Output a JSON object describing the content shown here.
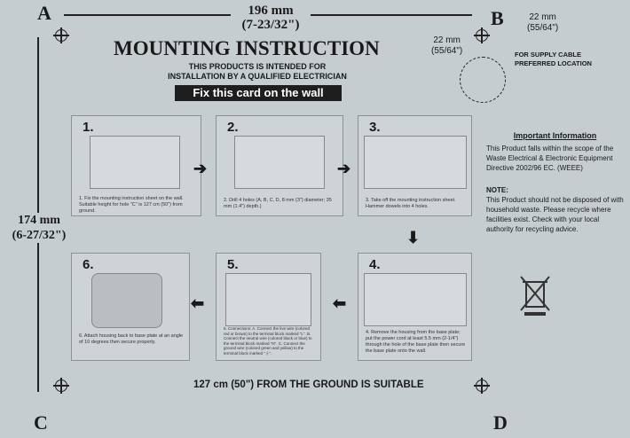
{
  "corners": {
    "a": "A",
    "b": "B",
    "c": "C",
    "d": "D"
  },
  "width_dim": {
    "mm": "196 mm",
    "inch": "(7-23/32\")"
  },
  "height_dim": {
    "mm": "174 mm",
    "inch": "(6-27/32\")"
  },
  "cable_dim": {
    "mm": "22 mm",
    "inch": "(55/64\")"
  },
  "cable_dim2": {
    "mm": "22 mm",
    "inch": "(55/64\")"
  },
  "cable_note": [
    "FOR SUPPLY CABLE",
    "PREFERRED LOCATION"
  ],
  "title": "MOUNTING INSTRUCTION",
  "subtitle": [
    "THIS PRODUCTS IS INTENDED FOR",
    "INSTALLATION BY A QUALIFIED ELECTRICIAN"
  ],
  "banner": "Fix this card on the wall",
  "steps": [
    {
      "num": "1.",
      "text": "1. Fix the mounting instruction sheet on the wall. Suitable height for hole \"C\" is 127 cm (50\") from ground."
    },
    {
      "num": "2.",
      "text": "2. Drill 4 holes (A, B, C, D, 8 mm (3\") diameter; 35 mm (1.4\") depth.)"
    },
    {
      "num": "3.",
      "text": "3. Take off the mounting instruction sheet. Hammer dowels into 4 holes."
    },
    {
      "num": "4.",
      "text": "4. Remove the housing from the base plate; put the power cord at least 5.5 mm (2-1/4\") through the hole of the base plate then secure the base plate onto the wall."
    },
    {
      "num": "5.",
      "text": "5. Connections: A. Connect the live wire (colored red or brown) to the terminal block marked \"L\". B. Connect the neutral wire (colored black or blue) to the terminal block marked \"N\". C. Connect the ground wire (colored green and yellow) to the terminal block marked \"⏚\"."
    },
    {
      "num": "6.",
      "text": "6. Attach housing back to base plate at an angle of 10 degrees then secure properly."
    }
  ],
  "info": {
    "heading": "Important Information",
    "body": "This Product falls within the scope of the Waste Electrical & Electronic Equipment Directive 2002/96 EC. (WEEE)",
    "note_label": "NOTE:",
    "note": "This Product should not be disposed of with household waste. Please recycle where facilities exist. Check with your local authority for recycling advice."
  },
  "footer": "127 cm (50\")  FROM THE GROUND IS SUITABLE"
}
